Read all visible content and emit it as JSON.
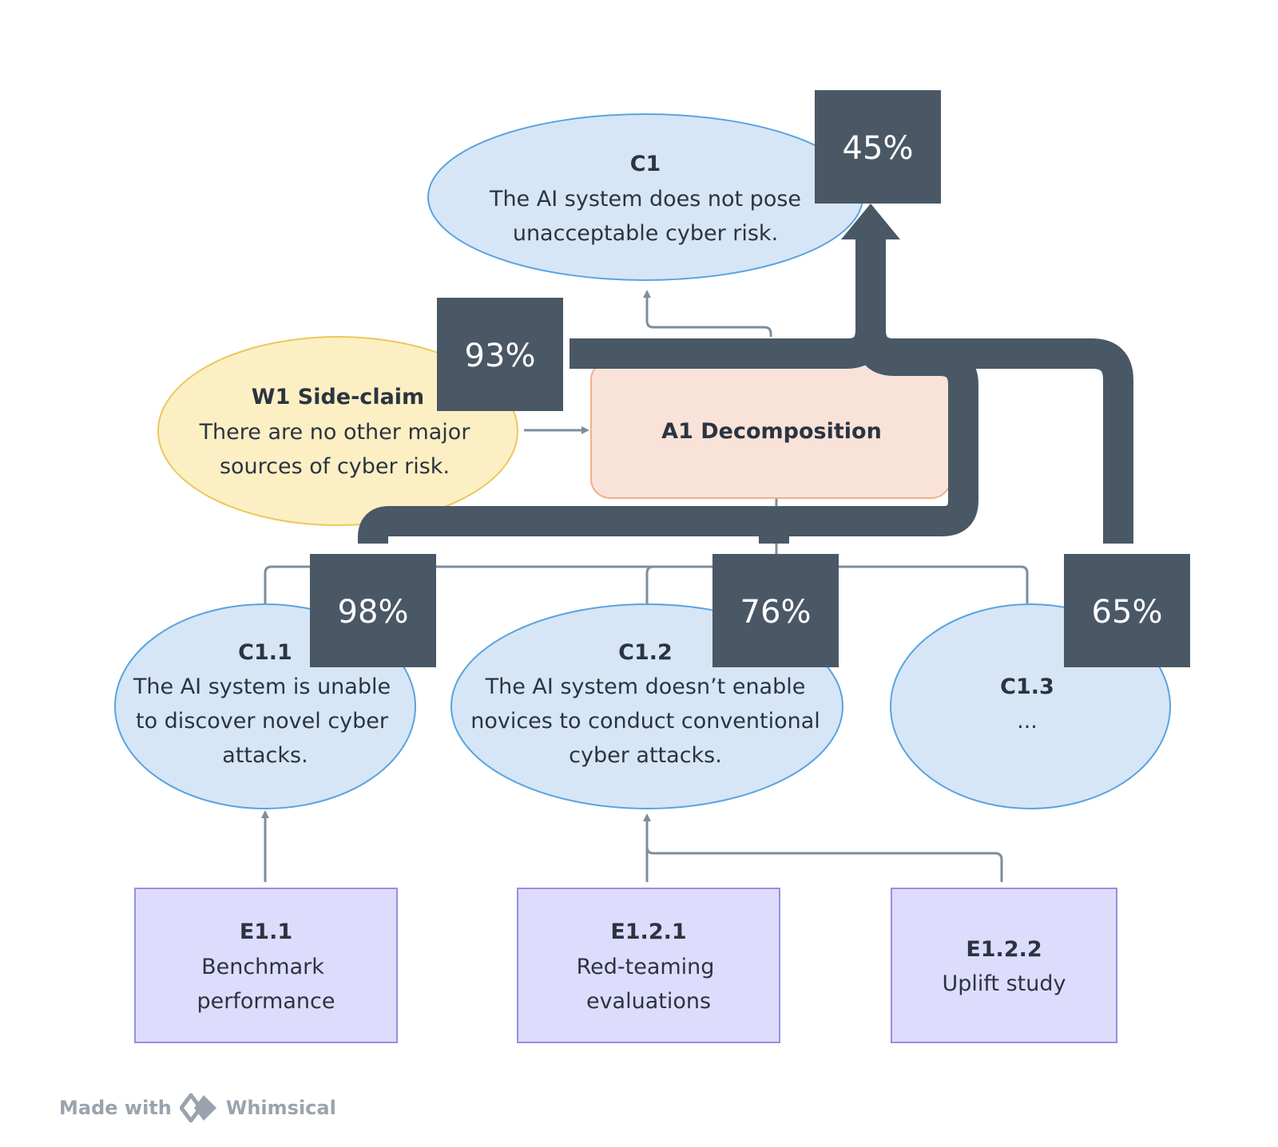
{
  "nodes": {
    "c1": {
      "id": "C1",
      "lines": [
        "The AI system does not pose",
        "unacceptable cyber risk."
      ]
    },
    "w1": {
      "id": "W1 Side-claim",
      "lines": [
        "There are no other major",
        "sources of cyber risk."
      ]
    },
    "a1": {
      "label": "A1 Decomposition"
    },
    "c11": {
      "id": "C1.1",
      "lines": [
        "The AI system is unable",
        "to discover novel cyber",
        "attacks."
      ]
    },
    "c12": {
      "id": "C1.2",
      "lines": [
        "The AI system doesn’t enable",
        "novices to conduct conventional",
        "cyber attacks."
      ]
    },
    "c13": {
      "id": "C1.3",
      "lines": [
        "..."
      ]
    },
    "e11": {
      "id": "E1.1",
      "lines": [
        "Benchmark",
        "performance"
      ]
    },
    "e121": {
      "id": "E1.2.1",
      "lines": [
        "Red-teaming",
        "evaluations"
      ]
    },
    "e122": {
      "id": "E1.2.2",
      "lines": [
        "Uplift study"
      ]
    }
  },
  "percentages": {
    "c1": "45%",
    "w1": "93%",
    "c11": "98%",
    "c12": "76%",
    "c13": "65%"
  },
  "colors": {
    "claim_fill": "#d6e6f6",
    "claim_stroke": "#5aa3e0",
    "sideclaim_fill": "#fcefc4",
    "sideclaim_stroke": "#ecc85a",
    "argument_fill": "#f9e3d9",
    "argument_stroke": "#f0b08a",
    "evidence_fill": "#dedcfc",
    "evidence_stroke": "#9b8ee0",
    "connector": "#7d8d9c",
    "flow": "#4a5866",
    "pct_box": "#4a5866"
  },
  "icons": {
    "brand_logo": "whimsical-diamond-logo"
  },
  "footer": {
    "made_with": "Made with",
    "brand": "Whimsical"
  }
}
